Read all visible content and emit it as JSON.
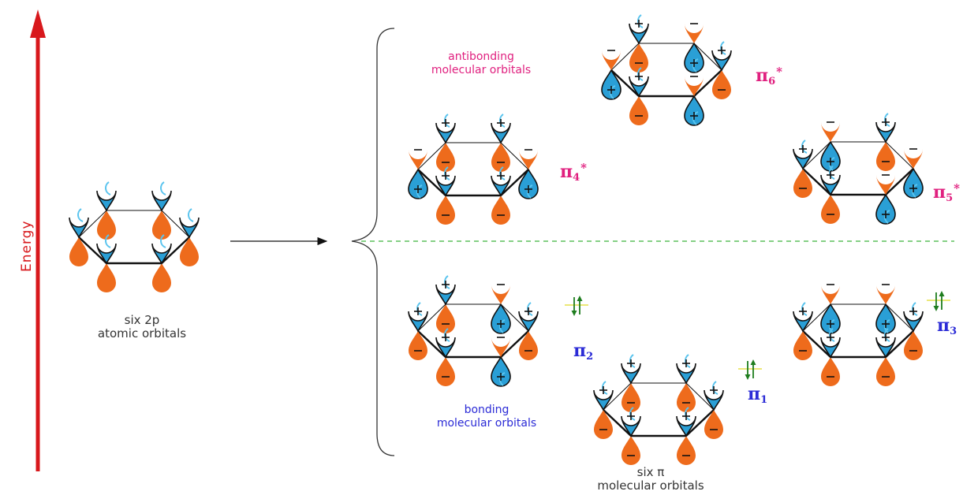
{
  "axis": {
    "label": "Energy",
    "color": "#d8181c"
  },
  "atomic": {
    "line1": "six 2p",
    "line2": "atomic orbitals"
  },
  "antibonding": {
    "line1": "antibonding",
    "line2": "molecular orbitals",
    "color": "#e0207f"
  },
  "bonding": {
    "line1": "bonding",
    "line2": "molecular orbitals",
    "color": "#2b2bd6"
  },
  "total": {
    "line1": "six π",
    "line2": "molecular orbitals"
  },
  "orbitals": {
    "pi1": {
      "symbol": "π",
      "sub": "1",
      "sup": ""
    },
    "pi2": {
      "symbol": "π",
      "sub": "2",
      "sup": ""
    },
    "pi3": {
      "symbol": "π",
      "sub": "3",
      "sup": ""
    },
    "pi4": {
      "symbol": "π",
      "sub": "4",
      "sup": "*"
    },
    "pi5": {
      "symbol": "π",
      "sub": "5",
      "sup": "*"
    },
    "pi6": {
      "symbol": "π",
      "sub": "6",
      "sup": "*"
    }
  },
  "colors": {
    "orange": "#ee6b1c",
    "blue": "#2a9fd6",
    "divider": "#3cb43c",
    "electron": "#1e7d1e",
    "level": "#e6e04a"
  },
  "icons": {
    "plus": "+",
    "minus": "−",
    "up_arrow": "up-arrow-icon",
    "down_arrow": "down-arrow-icon"
  }
}
